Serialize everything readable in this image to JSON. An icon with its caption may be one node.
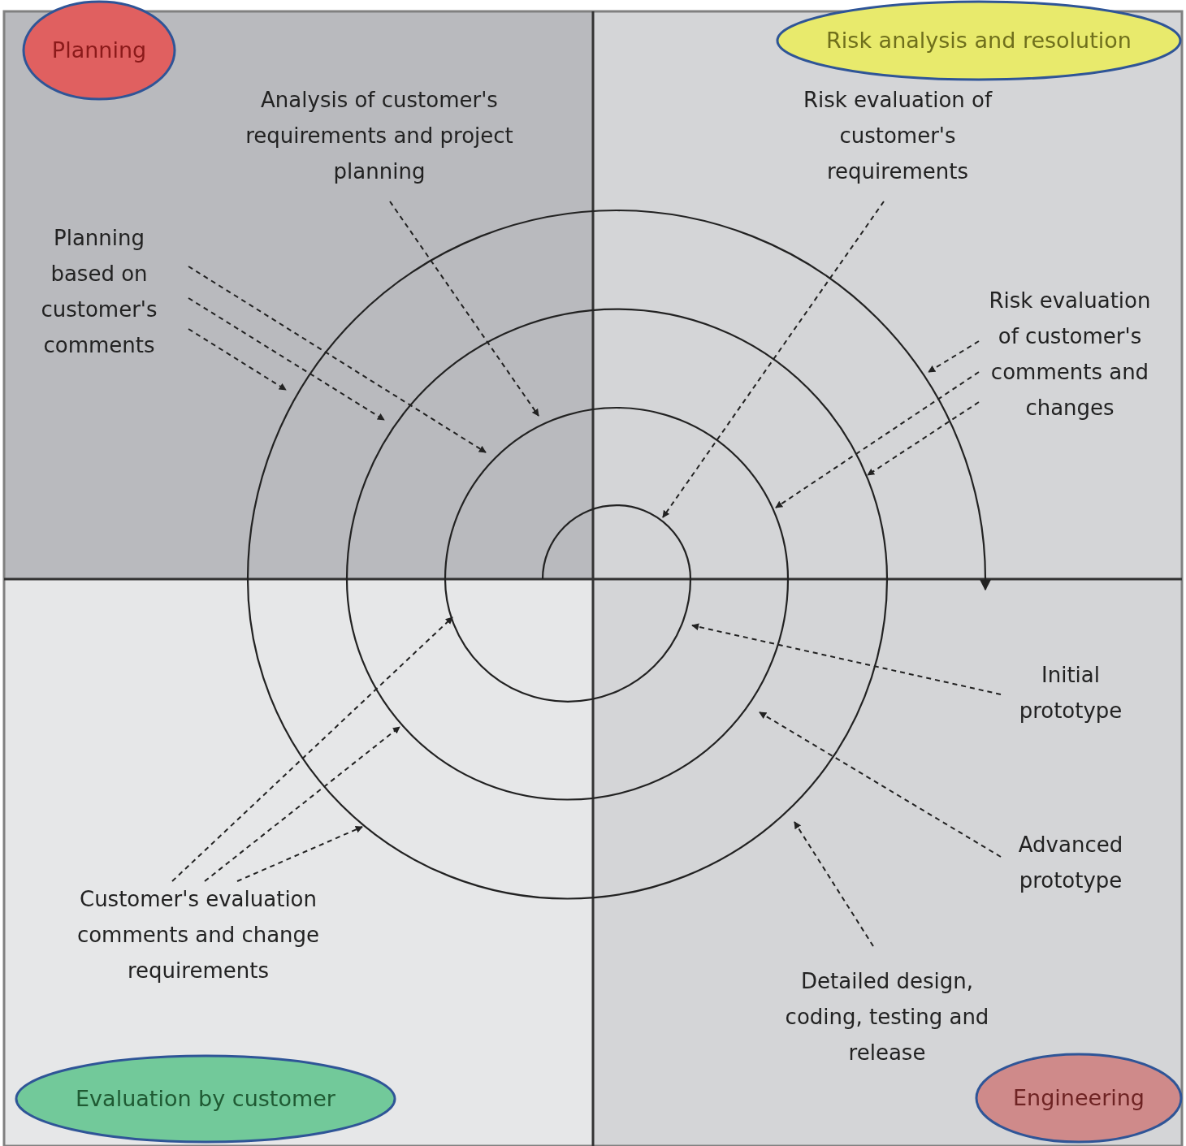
{
  "diagram": {
    "nodes": [
      {
        "text": [
          "Planning"
        ]
      },
      {
        "text": [
          "Risk analysis and resolution"
        ]
      },
      {
        "text": [
          "Evaluation by customer"
        ]
      },
      {
        "text": [
          "Engineering"
        ]
      },
      {
        "text": [
          "Analysis of customer's requirements and project planning"
        ]
      },
      {
        "text": [
          "Planning based on customer's comments"
        ]
      },
      {
        "text": [
          "Risk evaluation of customer's requirements"
        ]
      },
      {
        "text": [
          "Risk evaluation of customer's comments and changes"
        ]
      },
      {
        "text": [
          "Initial prototype"
        ]
      },
      {
        "text": [
          "Advanced prototype"
        ]
      },
      {
        "text": [
          "Detailed design, coding, testing and release"
        ]
      },
      {
        "text": [
          "Customer's evaluation comments and change requirements"
        ]
      }
    ],
    "edges": [
      {
        "from": 4,
        "to": null,
        "arrow": "to",
        "style": "dashed"
      },
      {
        "from": 5,
        "to": null,
        "arrow": "to",
        "style": "dashed"
      },
      {
        "from": 5,
        "to": null,
        "arrow": "to",
        "style": "dashed"
      },
      {
        "from": 5,
        "to": null,
        "arrow": "to",
        "style": "dashed"
      },
      {
        "from": 6,
        "to": null,
        "arrow": "to",
        "style": "dashed"
      },
      {
        "from": 7,
        "to": null,
        "arrow": "to",
        "style": "dashed"
      },
      {
        "from": 7,
        "to": null,
        "arrow": "to",
        "style": "dashed"
      },
      {
        "from": 7,
        "to": null,
        "arrow": "to",
        "style": "dashed"
      },
      {
        "from": 8,
        "to": null,
        "arrow": "to",
        "style": "dashed"
      },
      {
        "from": 9,
        "to": null,
        "arrow": "to",
        "style": "dashed"
      },
      {
        "from": 10,
        "to": null,
        "arrow": "to",
        "style": "dashed"
      },
      {
        "from": 11,
        "to": null,
        "arrow": "to",
        "style": "dashed"
      },
      {
        "from": 11,
        "to": null,
        "arrow": "to",
        "style": "dashed"
      },
      {
        "from": 11,
        "to": null,
        "arrow": "to",
        "style": "dashed"
      }
    ]
  }
}
